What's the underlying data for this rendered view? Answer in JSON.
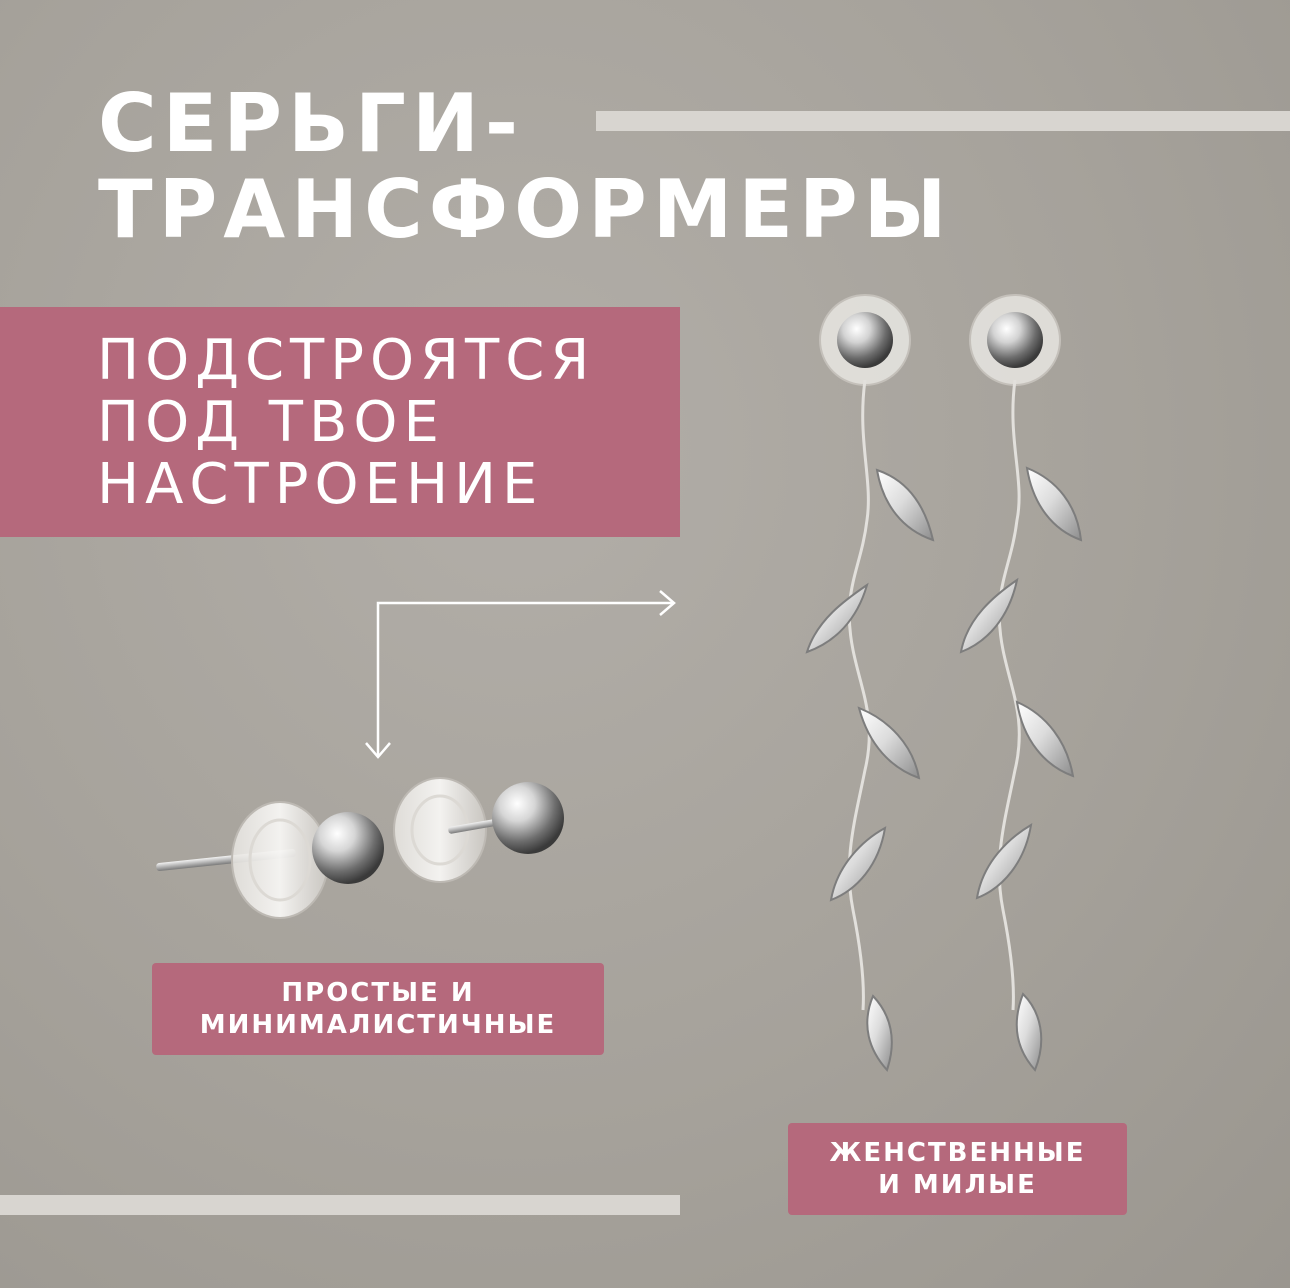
{
  "title": {
    "line1": "СЕРЬГИ-",
    "line2": "ТРАНСФОРМЕРЫ"
  },
  "subtitle": {
    "line1": "ПОДСТРОЯТСЯ",
    "line2": "ПОД ТВОЕ",
    "line3": "НАСТРОЕНИЕ"
  },
  "labels": {
    "simple": {
      "line1": "ПРОСТЫЕ И",
      "line2": "МИНИМАЛИСТИЧНЫЕ"
    },
    "feminine": {
      "line1": "ЖЕНСТВЕННЫЕ",
      "line2": "И МИЛЫЕ"
    }
  },
  "images": {
    "studs": "stud-earrings-image",
    "drops": "drop-earrings-image",
    "arrow": "arrow-icon"
  },
  "colors": {
    "background": "#a8a49d",
    "accent": "#b5697c",
    "text": "#ffffff",
    "line": "#d8d5d0"
  }
}
